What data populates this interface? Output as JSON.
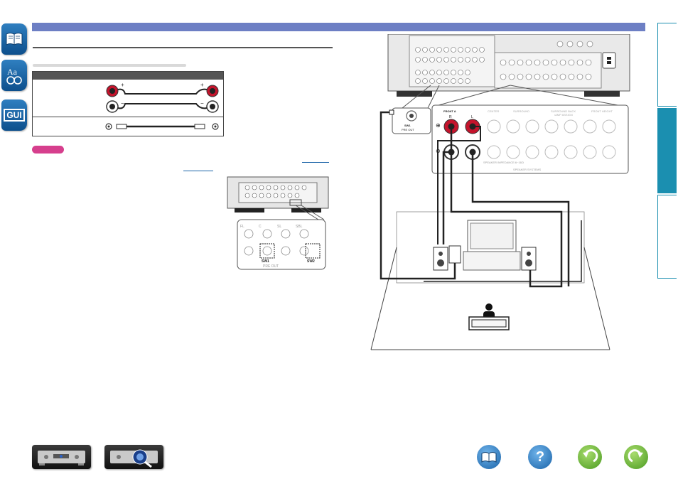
{
  "nav": {
    "contents_icon": "book-icon",
    "index_icon": "aa-index-icon",
    "gui_label": "GUI"
  },
  "header": {
    "bar_color": "#6d7fc4"
  },
  "speaker_diagram": {
    "polarity_plus": "+",
    "polarity_minus": "−",
    "note_pill_color": "#d63f8d"
  },
  "inset_panel": {
    "labels_top": [
      "FL",
      "C",
      "SL",
      "SBL"
    ],
    "labels_bottom": [
      "SW1",
      "SW2"
    ],
    "preout_label": "PRE OUT"
  },
  "amp_panel": {
    "sw_label": "SW1",
    "preout_label": "PRE OUT",
    "front_a_label": "FRONT A",
    "center_label": "CENTER",
    "surround_label": "SURROUND",
    "surround_back_label": "SURROUND BACK",
    "surround_back_sub": "/AMP ASSIGN",
    "front_height_label": "FRONT HEIGHT",
    "r_label": "R",
    "l_label": "L",
    "speaker_imp_label": "SPEAKER IMPEDANCE:6~16Ω",
    "speaker_systems_label": "SPEAKER SYSTEMS",
    "plus_sign": "⊕",
    "minus_sign": "⊖"
  },
  "footer": {
    "front_view_icon": "amplifier-front-icon",
    "rear_view_icon": "amplifier-rear-icon",
    "manual_icon": "book-icon",
    "help_icon": "question-icon",
    "help_label": "?",
    "back_icon": "back-arrow-icon",
    "forward_icon": "forward-arrow-icon"
  },
  "colors": {
    "accent_blue": "#1a63a8",
    "tab_teal": "#1b8fb0",
    "speaker_red": "#c4142c",
    "green_btn": "#5aa52c"
  }
}
